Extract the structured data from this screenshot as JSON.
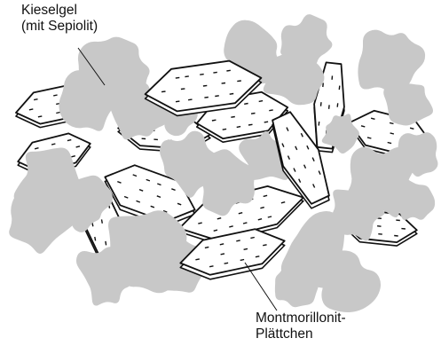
{
  "labels": {
    "kieselgel_line1": "Kieselgel",
    "kieselgel_line2": "(mit Sepiolit)",
    "montmorillonit_line1": "Montmorillonit-",
    "montmorillonit_line2": "Plättchen"
  },
  "colors": {
    "background": "#ffffff",
    "gel_fill": "#c8c8c8",
    "platelet_fill": "#ffffff",
    "outline": "#111111",
    "dash": "#111111"
  }
}
